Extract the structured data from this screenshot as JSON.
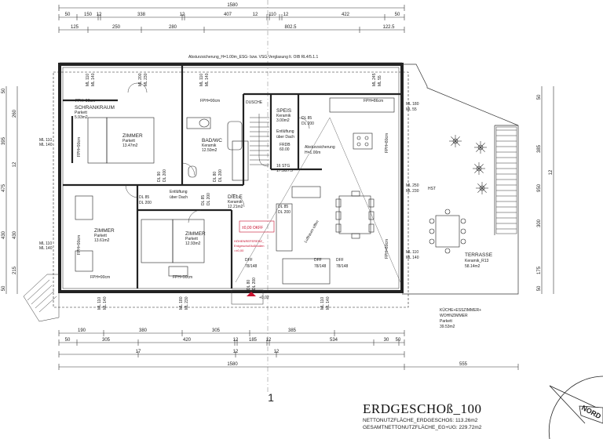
{
  "title": "ERDGESCHOß_100",
  "area_lines": [
    "NETTONUTZFLÄCHE_ERDGESCHOß:   113.26m2",
    "GESAMTNETTONUTZFLÄCHE_EG+UG:   229.72m2"
  ],
  "top_dims_row1": [
    "50",
    "150",
    "12",
    "338",
    "12",
    "407",
    "12",
    "110",
    "12",
    "422",
    "50"
  ],
  "top_dims_total": "1580",
  "top_dims_row2": [
    "125",
    "250",
    "280",
    "802.5",
    "122.5"
  ],
  "bottom_dims_row1": [
    "190",
    "380",
    "305",
    "385"
  ],
  "bottom_dims_row2": [
    "50",
    "305",
    "420",
    "12",
    "185",
    "12",
    "534",
    "30",
    "50"
  ],
  "bottom_dims_row3": [
    "17",
    "12",
    "12"
  ],
  "bottom_dims_total": "1580",
  "bottom_dims_extra": "555",
  "left_dims_outer": [
    "50",
    "395",
    "475",
    "430",
    "50"
  ],
  "left_dims_inner": [
    "260",
    "12",
    "430",
    "215"
  ],
  "right_dims_outer": [
    "50",
    "385",
    "950",
    "300",
    "175",
    "50"
  ],
  "right_dims_inner": [
    "12"
  ],
  "barrier_note": "Absturzsicherung_H=1.00m_ESG- bzw. VSG-Verglasung lt. OIB RL4/5.1.1",
  "rooms": {
    "schrank": {
      "name": "SCHRANKRAUM",
      "floor": "Parkett",
      "area": "5.93m2"
    },
    "zimmer1": {
      "name": "ZIMMER",
      "floor": "Parkett",
      "area": "13.47m2"
    },
    "bad": {
      "name": "BAD/WC",
      "floor": "Keramik",
      "area": "12.50m2"
    },
    "speis": {
      "name": "SPEIS",
      "floor": "Keramik",
      "area": "3.00m2"
    },
    "zimmer2": {
      "name": "ZIMMER",
      "floor": "Parkett",
      "area": "13.61m2"
    },
    "zimmer3": {
      "name": "ZIMMER",
      "floor": "Parkett",
      "area": "12.93m2"
    },
    "diele": {
      "name": "DIELE",
      "floor": "Keramik",
      "area": "12.21m2"
    },
    "terrasse": {
      "name": "TERRASSE",
      "floor": "Keramik_R13",
      "area": "58.14m2"
    },
    "kueche": {
      "name": "KÜCHE+ESSZIMMER+",
      "name2": "WOHNZIMMER",
      "floor": "Parkett",
      "area": "39.53m2"
    }
  },
  "labels": {
    "fph90": "FPH=90cm",
    "fph86": "FPH=86cm",
    "fph80": "FPH=80cm",
    "ml110": "ML 110",
    "ml140": "ML 140",
    "ml180": "ML 180",
    "ml55": "ML 55",
    "ml200": "ML 200",
    "ml230": "ML 230",
    "ml250": "ML 250",
    "ml245": "ML 245",
    "dl85": "DL 85",
    "dl200": "DL 200",
    "dl90": "DL 90",
    "dl80": "DL 80",
    "dusche": "DUSCHE",
    "entlueftung": "Entlüftung",
    "ueber_dach": "über Dach",
    "hst": "HST",
    "dff": "DFF",
    "dff_size": "78/148",
    "luftraum": "Luftraum offen",
    "absturz_short": "Absturzsicherung",
    "absturz_h": "H=1.00m",
    "frdb": "FRDB",
    "frdb_val": "60.00",
    "stair_steps": "16 STG",
    "stair_size": "17.5/27.5",
    "level": "±0,00 OKFF",
    "dach_note1": "HÖHENREFERENZ_",
    "dach_note2": "Erdgeschoßfußboden",
    "dach_note3": "=±0,00",
    "bottom_level": "+0,02",
    "section_mark": "1",
    "north": "NORD"
  }
}
